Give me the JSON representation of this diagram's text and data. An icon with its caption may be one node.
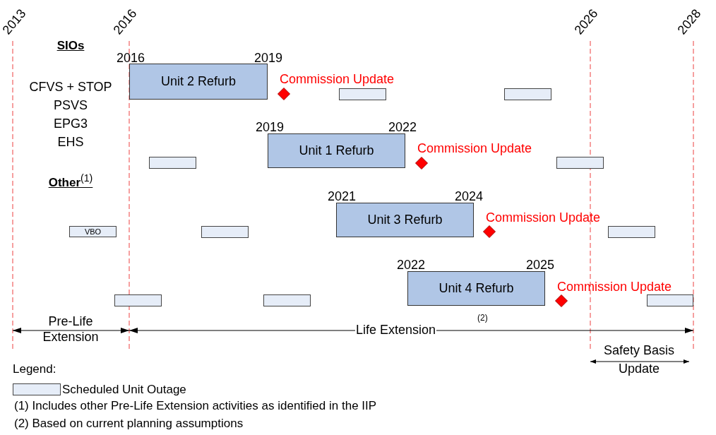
{
  "diagram": {
    "nodes": [
      {
        "text": [
          "Unit 2 Refurb"
        ],
        "beside": [
          "2016",
          "2019"
        ]
      },
      {
        "text": [
          "Unit 1 Refurb"
        ],
        "beside": [
          "2019",
          "2022"
        ]
      },
      {
        "text": [
          "Unit 3 Refurb"
        ],
        "beside": [
          "2021",
          "2024"
        ]
      },
      {
        "text": [
          "Unit 4 Refurb"
        ],
        "beside": [
          "2022",
          "2025"
        ]
      },
      {
        "text": [
          "VBO"
        ]
      },
      {
        "text": [],
        "shape": "bar"
      },
      {
        "text": [],
        "shape": "bar"
      },
      {
        "text": [],
        "shape": "bar"
      },
      {
        "text": [],
        "shape": "bar"
      },
      {
        "text": [],
        "shape": "bar"
      },
      {
        "text": [],
        "shape": "bar"
      },
      {
        "text": [],
        "shape": "bar"
      },
      {
        "text": [],
        "shape": "bar"
      },
      {
        "text": [],
        "shape": "bar"
      },
      {
        "text": [],
        "shape": "diamond",
        "beside": [
          "Commission Update"
        ]
      },
      {
        "text": [],
        "shape": "diamond",
        "beside": [
          "Commission Update"
        ]
      },
      {
        "text": [],
        "shape": "diamond",
        "beside": [
          "Commission Update"
        ]
      },
      {
        "text": [],
        "shape": "diamond",
        "beside": [
          "Commission Update"
        ]
      }
    ],
    "edges": [],
    "labels": [
      "2013",
      "2016",
      "2026",
      "2028",
      "SIOs",
      "CFVS + STOP",
      "PSVS",
      "EPG3",
      "EHS",
      "**Other**$^{(1)}$",
      "Pre-Life Extension",
      "Life Extension",
      "(2)",
      "Safety Basis Update",
      "Legend:",
      "(1) Includes other Pre-Life Extension activities as identified in the IIP",
      "(2) Based on current planning assumptions"
    ],
    "legend": [
      {
        "text": "Scheduled Unit Outage",
        "color": "#e6edf8"
      }
    ]
  }
}
